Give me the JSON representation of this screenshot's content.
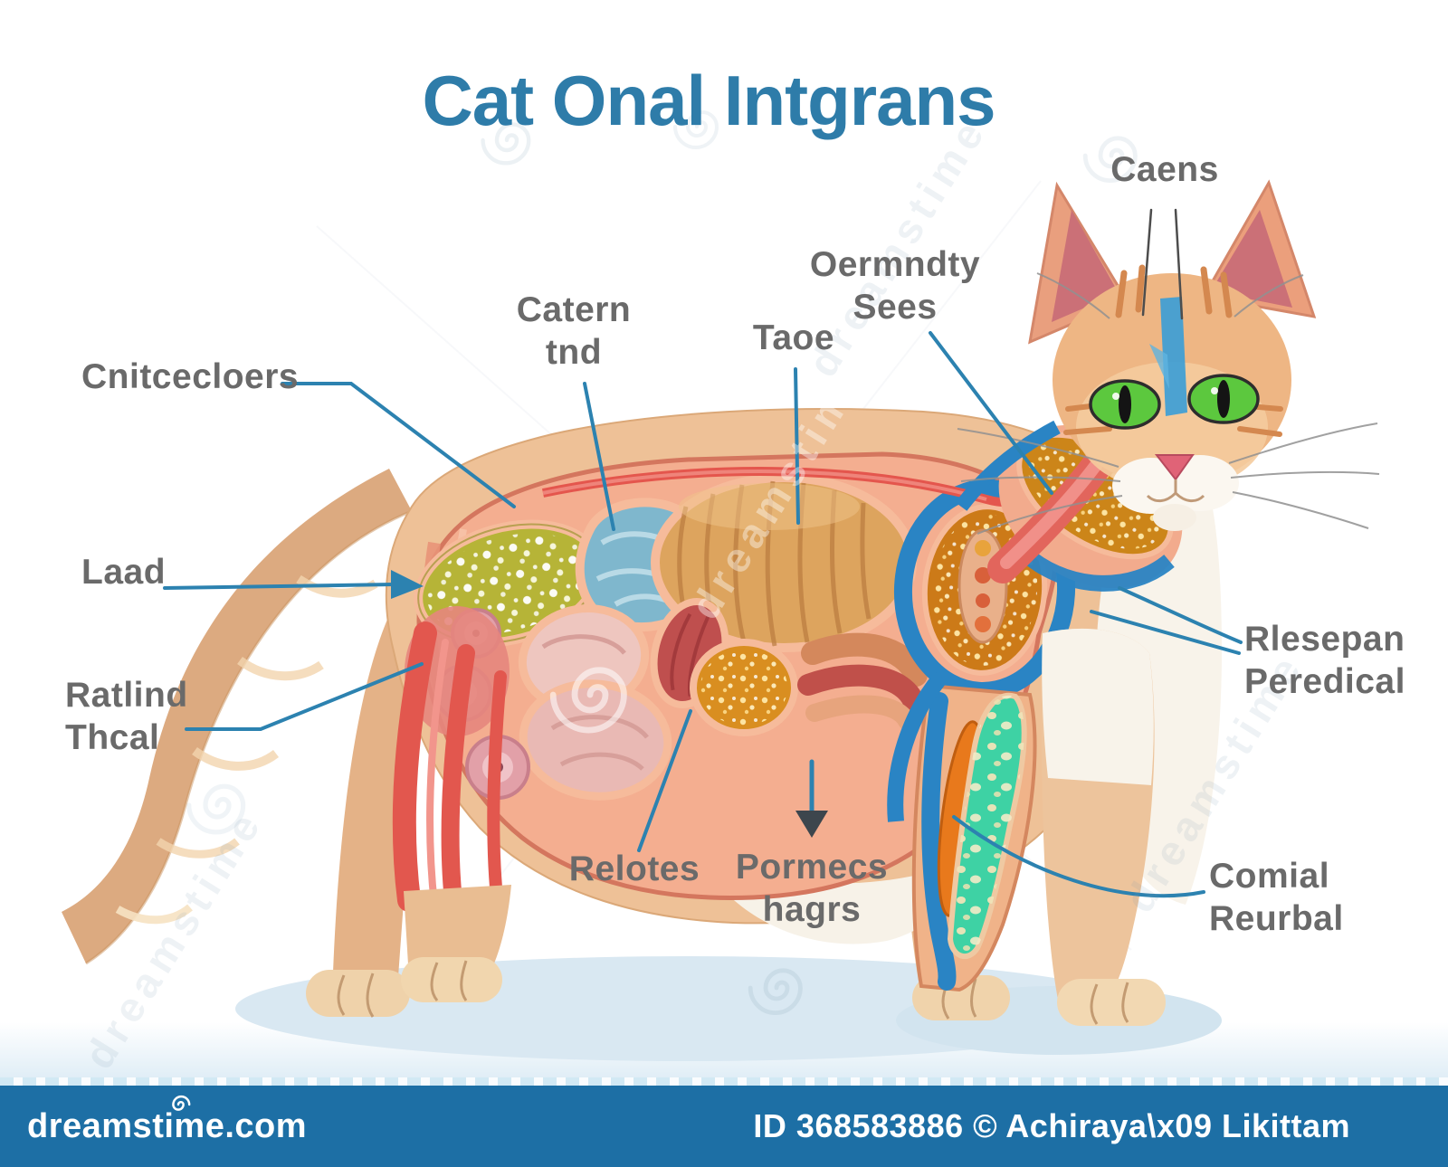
{
  "title": "Cat Onal Intgrans",
  "labels": {
    "caens": "Caens",
    "oermndty": "Oermndty\nSees",
    "catern": "Catern\ntnd",
    "taoe": "Taoe",
    "cnitcecloers": "Cnitcecloers",
    "laad": "Laad",
    "ratlind": "Ratlind\nThcal",
    "relotes": "Relotes",
    "pormecs": "Pormecs\nhagrs",
    "rlesepan": "Rlesepan\nPeredical",
    "comial": "Comial\nReurbal"
  },
  "watermark": {
    "brand": "dreamstime.com",
    "credit": "ID 368583886 © Achiraya\\x09 Likittam",
    "diagonal": "dreamstime"
  },
  "colors": {
    "title_text": "#2e7ca9",
    "label_text": "#6a6a6a",
    "leader_line": "#2c82b0",
    "bottom_bar": "#1d6fa5",
    "cat_fur": "#eec197",
    "cutaway_wall": "#f4ae90",
    "organ_green": "#b6b437",
    "organ_blue": "#7fb7cd",
    "organ_ribbed": "#dda45e",
    "organ_granular": "#d98e20",
    "organ_teal": "#3ed2a4",
    "vessel_blue": "#2a84c4",
    "muscle_red": "#e2574e"
  }
}
